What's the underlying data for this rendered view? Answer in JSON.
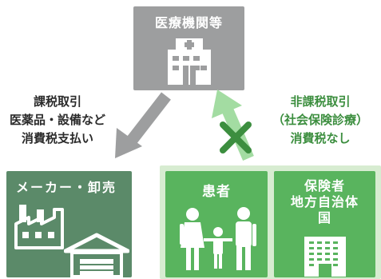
{
  "hospital": {
    "title": "医療機関等",
    "icon": "hospital-icon"
  },
  "maker": {
    "title": "メーカー・卸売",
    "icons": [
      "factory-icon",
      "warehouse-icon"
    ]
  },
  "patient": {
    "title": "患者",
    "icon": "family-icon"
  },
  "insurer": {
    "title_lines": [
      "保険者",
      "地方自治体",
      "国"
    ],
    "icon": "office-building-icon"
  },
  "left_flow": {
    "lines": [
      "課税取引",
      "医薬品・設備など",
      "消費税支払い"
    ],
    "color": "#2b2b2b",
    "arrow_color": "#9d9e9f"
  },
  "right_flow": {
    "lines": [
      "非課税取引",
      "（社会保険診療）",
      "消費税なし"
    ],
    "color": "#3c8e3f",
    "arrow_color": "#a3dca2",
    "cross_color": "#3c8e3f"
  },
  "colors": {
    "hospital": "#9d9e9f",
    "maker": "#5b8a69",
    "patient_insurer": "#59b45e",
    "panel": "#d7ecd1"
  }
}
